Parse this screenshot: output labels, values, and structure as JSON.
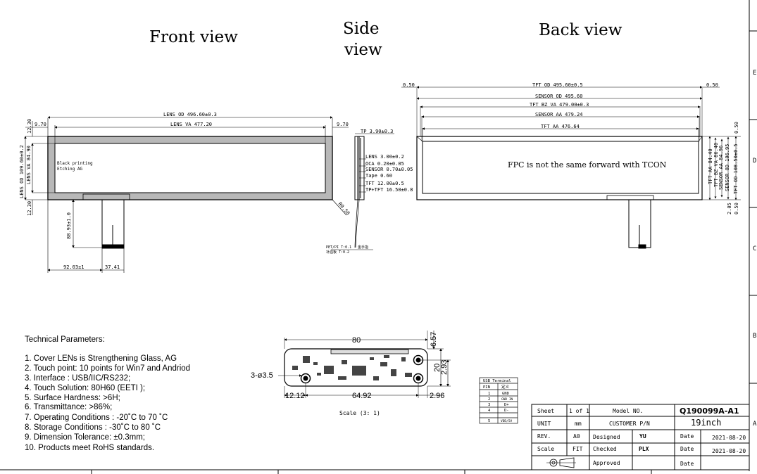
{
  "titles": {
    "front": "Front view",
    "side_line1": "Side",
    "side_line2": "view",
    "back": "Back view"
  },
  "front": {
    "lens_od": "LENS OD 496.60±0.3",
    "lens_va": "LENS VA 477.20",
    "left_margin": "9.70",
    "right_margin": "9.70",
    "h_top": "12.30",
    "h_bottom": "12.30",
    "lens_od_h": "LENS OD 109.60±0.2",
    "lens_va_h": "LENS VA 84.90",
    "black_printing": "Black printing",
    "etching": "Etching AG",
    "fpc_length": "88.93±1.0",
    "fpc_offset": "92.03±1",
    "fpc_width": "37.41",
    "corner_r": "R0.50"
  },
  "side": {
    "tp": "TP 3.90±0.3",
    "lens": "LENS 3.00±0.2",
    "oca": "OCA 0.20±0.05",
    "sensor": "SENSOR 0.70±0.05",
    "tape": "Tape 0.60",
    "tft": "TFT 12.00±0.5",
    "tp_tft": "TP+TFT 16.50±0.8",
    "note_a": "PET/PI T:0.1",
    "note_b": "补强板 T:0.2",
    "note_c": "金手指"
  },
  "back": {
    "left_margin": "0.50",
    "right_margin": "0.50",
    "tft_od": "TFT OD 495.60±0.5",
    "sensor_od": "SENSOR OD 495.60",
    "tft_bz_va": "TFT BZ VA 479.00±0.3",
    "sensor_aa": "SENSOR AA 479.24",
    "tft_aa": "TFT AA 476.64",
    "fpc_note": "FPC is not the same forward with TCON",
    "tft_aa_h": "TFT AA 84.40",
    "tft_bz_h": "TFT BZ VA 86.40",
    "sensor_aa_h": "SENSOR AA 84.96",
    "sensor_od_h": "SENSOR OD 106.95",
    "tft_od_h": "TFT OD 108.50±0.5",
    "top_offset": "0.50",
    "bot_offset_a": "2.05",
    "bot_offset_b": "0.50"
  },
  "params": {
    "heading": "Technical Parameters:",
    "items": [
      "1. Cover LENs is Strengthening Glass, AG",
      "2. Touch point: 10 points for Win7 and Andriod",
      "3. Interface : USB/IIC/RS232;",
      "4. Touch Solution: 80H60 (EETI );",
      "5. Surface Hardness: >6H;",
      "6. Transmittance: >86%;",
      "7. Operating Conditions : -20˚C to 70 ˚C",
      "8. Storage Conditions : -30˚C to 80 ˚C",
      "9. Dimension Tolerance:  ±0.3mm;",
      "10. Products meet RoHS standards."
    ]
  },
  "pcb": {
    "width": "80",
    "top_offset": "6.57",
    "height": "20",
    "hole_y": "2.93",
    "holes": "3-ø3.5",
    "left_offset": "12.12",
    "hole_span": "64.92",
    "right_offset": "2.96",
    "scale": "Scale (3: 1)"
  },
  "usb": {
    "title": "USB Terminal",
    "col_pin": "PIN",
    "col_def": "定义",
    "rows": [
      {
        "pin": "1",
        "def": "GND"
      },
      {
        "pin": "2",
        "def": "GND IN"
      },
      {
        "pin": "3",
        "def": "D+"
      },
      {
        "pin": "4",
        "def": "D-"
      },
      {
        "pin": "5",
        "def": "VDD/5V"
      }
    ]
  },
  "title_block": {
    "sheet_label": "Sheet",
    "sheet_value": "1 of 1",
    "model_label": "Model NO.",
    "model_value": "Q190099A-A1",
    "unit_label": "UNIT",
    "unit_value": "mm",
    "customer_label": "CUSTOMER P/N",
    "customer_value": "19inch",
    "rev_label": "REV.",
    "rev_value": "A0",
    "designed_label": "Designed",
    "designed_value": "YU",
    "date_label_1": "Date",
    "date_value_1": "2021-08-20",
    "scale_label": "Scale",
    "scale_value": "FIT",
    "checked_label": "Checked",
    "checked_value": "PLX",
    "date_label_2": "Date",
    "date_value_2": "2021-08-20",
    "approved_label": "Approved",
    "date_label_3": "Date"
  },
  "border_marks": [
    "E",
    "D",
    "C",
    "B",
    "A"
  ]
}
